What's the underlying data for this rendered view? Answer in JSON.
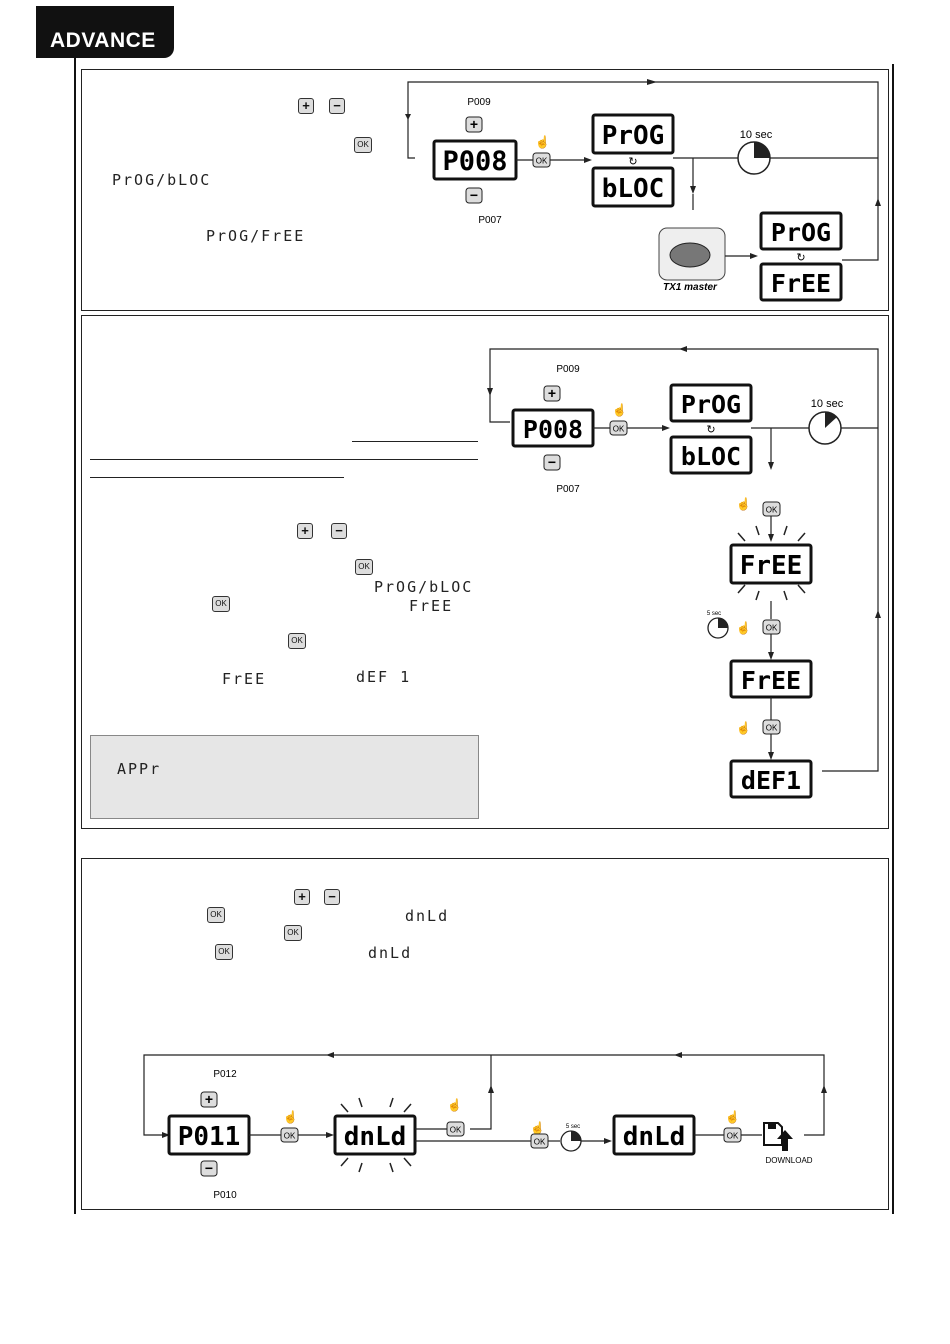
{
  "header": {
    "tab_label": "ADVANCE"
  },
  "panel1": {
    "text": {
      "code_a": "PrOG/bLOC",
      "code_b": "PrOG/FrEE"
    },
    "diagram": {
      "display_main": "P008",
      "label_up": "P009",
      "label_down": "P007",
      "display_prog": "PrOG",
      "display_bloc": "bLOC",
      "timer": "10 sec",
      "display_prog2": "PrOG",
      "display_free": "FrEE",
      "remote_label": "TX1 master"
    }
  },
  "panel2": {
    "text": {
      "code_a": "PrOG/bLOC",
      "code_b": "FrEE",
      "code_c": "FrEE",
      "code_d": "dEF 1",
      "note_code": "APPr"
    },
    "diagram": {
      "display_main": "P008",
      "label_up": "P009",
      "label_down": "P007",
      "display_prog": "PrOG",
      "display_bloc": "bLOC",
      "timer": "10 sec",
      "display_free_blink": "FrEE",
      "small_timer": "5 sec",
      "display_free": "FrEE",
      "display_def": "dEF1"
    }
  },
  "panel3": {
    "text": {
      "code_a": "dnLd",
      "code_b": "dnLd"
    },
    "diagram": {
      "display_main": "P011",
      "label_up": "P012",
      "label_down": "P010",
      "display_dnld_blink": "dnLd",
      "small_timer": "5 sec",
      "display_dnld": "dnLd",
      "download_label": "DOWNLOAD"
    }
  },
  "buttons": {
    "plus": "+",
    "minus": "−",
    "ok": "OK"
  }
}
